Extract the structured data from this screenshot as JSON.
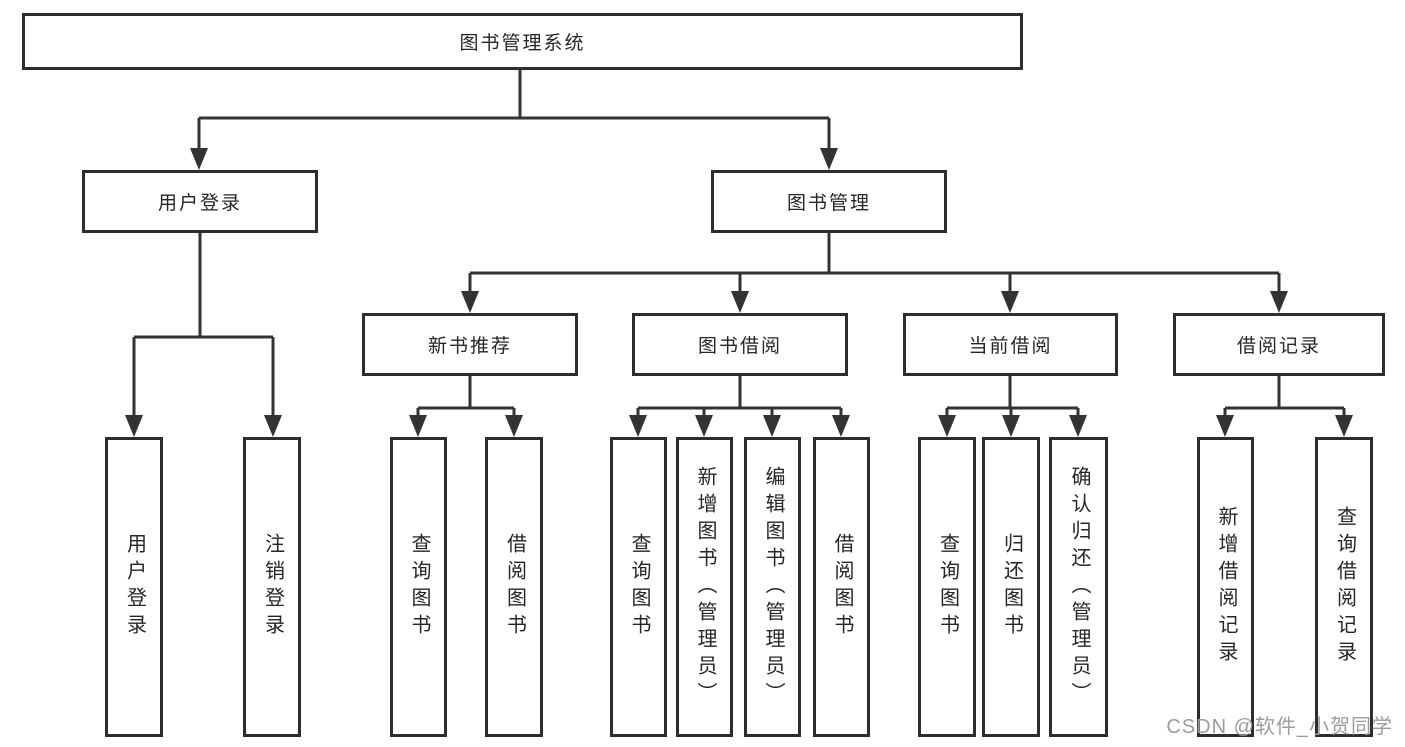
{
  "tree": {
    "label": "图书管理系统",
    "children": [
      {
        "label": "用户登录",
        "children": [
          {
            "label": "用户登录"
          },
          {
            "label": "注销登录"
          }
        ]
      },
      {
        "label": "图书管理",
        "children": [
          {
            "label": "新书推荐",
            "children": [
              {
                "label": "查询图书"
              },
              {
                "label": "借阅图书"
              }
            ]
          },
          {
            "label": "图书借阅",
            "children": [
              {
                "label": "查询图书"
              },
              {
                "label": "新增图书（管理员）"
              },
              {
                "label": "编辑图书（管理员）"
              },
              {
                "label": "借阅图书"
              }
            ]
          },
          {
            "label": "当前借阅",
            "children": [
              {
                "label": "查询图书"
              },
              {
                "label": "归还图书"
              },
              {
                "label": "确认归还（管理员）"
              }
            ]
          },
          {
            "label": "借阅记录",
            "children": [
              {
                "label": "新增借阅记录"
              },
              {
                "label": "查询借阅记录"
              }
            ]
          }
        ]
      }
    ]
  },
  "watermark": {
    "text": "CSDN @软件_小贺同学",
    "color": "#9c9c9c"
  },
  "colors": {
    "background": "#ffffff",
    "box_border": "#2d2d2d",
    "connector_line": "#333333",
    "node_text": "#262626"
  }
}
